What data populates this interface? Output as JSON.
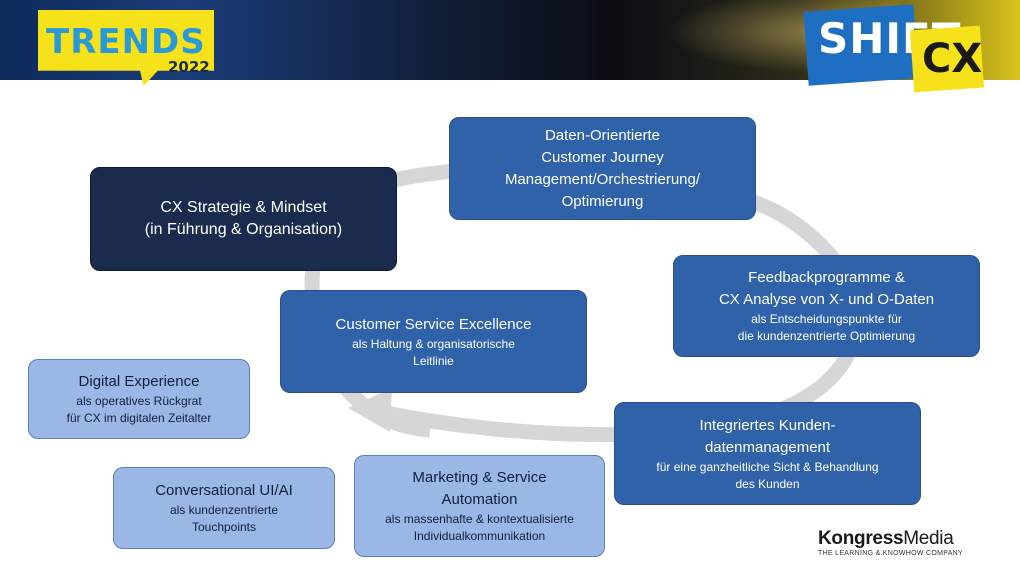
{
  "header": {
    "trends_title": "TRENDS",
    "trends_year": "2022",
    "shift": "SHIFT",
    "cx": "CX"
  },
  "nodes": {
    "daten": {
      "lines": [
        "Daten-Orientierte",
        "Customer Journey",
        "Management/Orchestrierung/",
        "Optimierung"
      ]
    },
    "strategie": {
      "lines": [
        "CX Strategie & Mindset",
        "(in Führung & Organisation)"
      ]
    },
    "feedback": {
      "title": [
        "Feedbackprogramme &",
        "CX Analyse von X- und O-Daten"
      ],
      "sub": [
        "als Entscheidungspunkte für",
        "die kundenzentrierte Optimierung"
      ]
    },
    "service": {
      "title": [
        "Customer Service Excellence"
      ],
      "sub": [
        "als Haltung & organisatorische",
        "Leitlinie"
      ]
    },
    "digital": {
      "title": [
        "Digital Experience"
      ],
      "sub": [
        "als operatives Rückgrat",
        "für CX im digitalen Zeitalter"
      ]
    },
    "kunden": {
      "title": [
        "Integriertes Kunden-",
        "datenmanagement"
      ],
      "sub": [
        "für eine ganzheitliche Sicht & Behandlung",
        "des Kunden"
      ]
    },
    "conversational": {
      "title": [
        "Conversational UI/AI"
      ],
      "sub": [
        "als kundenzentrierte",
        "Touchpoints"
      ]
    },
    "marketing": {
      "title": [
        "Marketing & Service",
        "Automation"
      ],
      "sub": [
        "als massenhafte & kontextualisierte",
        "Individualkommunikation"
      ]
    }
  },
  "brand": {
    "name_bold": "Kongress",
    "name_rest": "Media",
    "tagline": "THE LEARNING & KNOWHOW COMPANY"
  },
  "colors": {
    "node_mid": "#2f62a8",
    "node_dark": "#1b2b4d",
    "node_light": "#9bb7e6",
    "cycle_arrow": "#d6d6d6",
    "accent_yellow": "#f5e21a",
    "accent_blue": "#1e6fc2"
  }
}
